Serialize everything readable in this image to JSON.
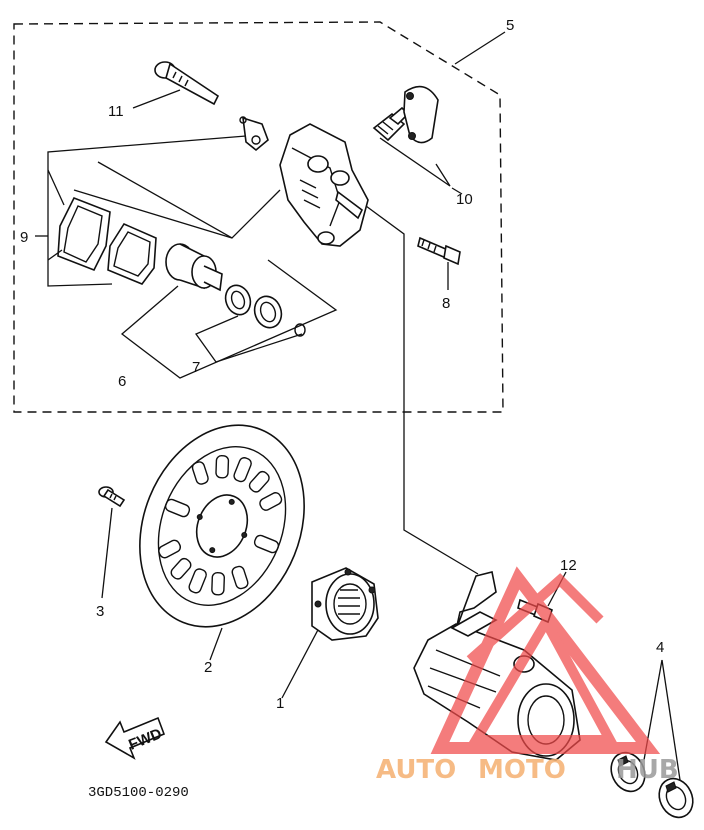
{
  "diagram": {
    "drawing_code": "3GD5100-0290",
    "direction_label": "FWD",
    "callouts": {
      "c1": "1",
      "c2": "2",
      "c3": "3",
      "c4": "4",
      "c5": "5",
      "c6": "6",
      "c7": "7",
      "c8": "8",
      "c9": "9",
      "c10": "10",
      "c11": "11",
      "c12": "12"
    }
  },
  "watermark": {
    "text_a": "AUTO",
    "text_b": "MOTO",
    "text_c": "HUB",
    "color_a": "#f5b070",
    "color_b": "#f5b070",
    "color_c": "#9a9a9a",
    "triangle_color": "#f04a4a"
  }
}
